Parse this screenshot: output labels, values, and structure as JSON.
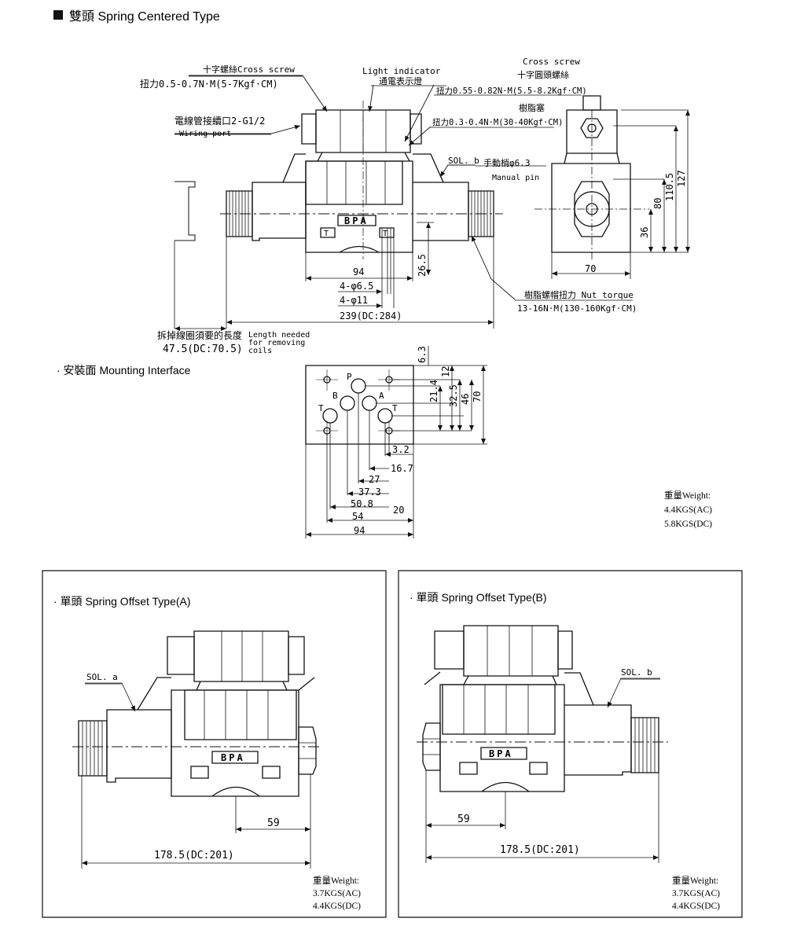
{
  "spring_centered": {
    "title": "雙頭 Spring Centered Type",
    "cross_screw_a": "十字螺絲Cross screw",
    "torque_a": "扭力0.5-0.7N·M(5-7Kgf·CM)",
    "light_indicator": "Light indicator",
    "light_indicator_zh": "通電表示燈",
    "cross_screw_b": "Cross screw",
    "cross_screw_b_zh": "十字圓頭螺絲",
    "torque_b": "扭力0.55-0.82N·M(5.5-8.2Kgf·CM)",
    "resin_plug": "樹脂塞",
    "torque_c": "扭力0.3-0.4N·M(30-40Kgf·CM)",
    "wiring_port_zh": "電線管接續口2-G1/2",
    "wiring_port": "Wiring port",
    "sol_b": "SOL. b",
    "manual_pin_zh": "手動梢φ6.3",
    "manual_pin": "Manual pin",
    "nut_torque": "樹脂螺帽扭力 Nut torque",
    "nut_torque_value": "13-16N·M(130-160Kgf·CM)",
    "coil_length_zh": "拆掉線圈須要的長度",
    "coil_length_value": "47.5(DC:70.5)",
    "coil_length_en_1": "Length needed",
    "coil_length_en_2": "for removing",
    "coil_length_en_3": "coils",
    "brand": "BPA",
    "dim_94": "94",
    "dim_4_65": "4-φ6.5",
    "dim_4_11": "4-φ11",
    "dim_239": "239(DC:284)",
    "dim_265": "26.5",
    "dim_70": "70",
    "dim_36": "36",
    "dim_80": "80",
    "dim_1105": "110.5",
    "dim_127": "127"
  },
  "mounting": {
    "title": "· 安裝面 Mounting Interface",
    "ports": {
      "p": "P",
      "a": "A",
      "b": "B",
      "t1": "T",
      "t2": "T"
    },
    "dim_63": "6.3",
    "dim_12": "12",
    "dim_214": "21.4",
    "dim_325": "32.5",
    "dim_46": "46",
    "dim_70": "70",
    "dim_32": "3.2",
    "dim_167": "16.7",
    "dim_27": "27",
    "dim_373": "37.3",
    "dim_508": "50.8",
    "dim_54": "54",
    "dim_20": "20",
    "dim_94": "94"
  },
  "weight_center": {
    "label": "重量Weight:",
    "ac": "4.4KGS(AC)",
    "dc": "5.8KGS(DC)"
  },
  "offset_a": {
    "title": "· 單頭  Spring Offset Type(A)",
    "sol": "SOL. a",
    "brand": "BPA",
    "dim_59": "59",
    "dim_length": "178.5(DC:201)",
    "weight_label": "重量Weight:",
    "weight_ac": "3.7KGS(AC)",
    "weight_dc": "4.4KGS(DC)"
  },
  "offset_b": {
    "title": "· 單頭  Spring Offset Type(B)",
    "sol": "SOL. b",
    "brand": "BPA",
    "dim_59": "59",
    "dim_length": "178.5(DC:201)",
    "weight_label": "重量Weight:",
    "weight_ac": "3.7KGS(AC)",
    "weight_dc": "4.4KGS(DC)"
  }
}
